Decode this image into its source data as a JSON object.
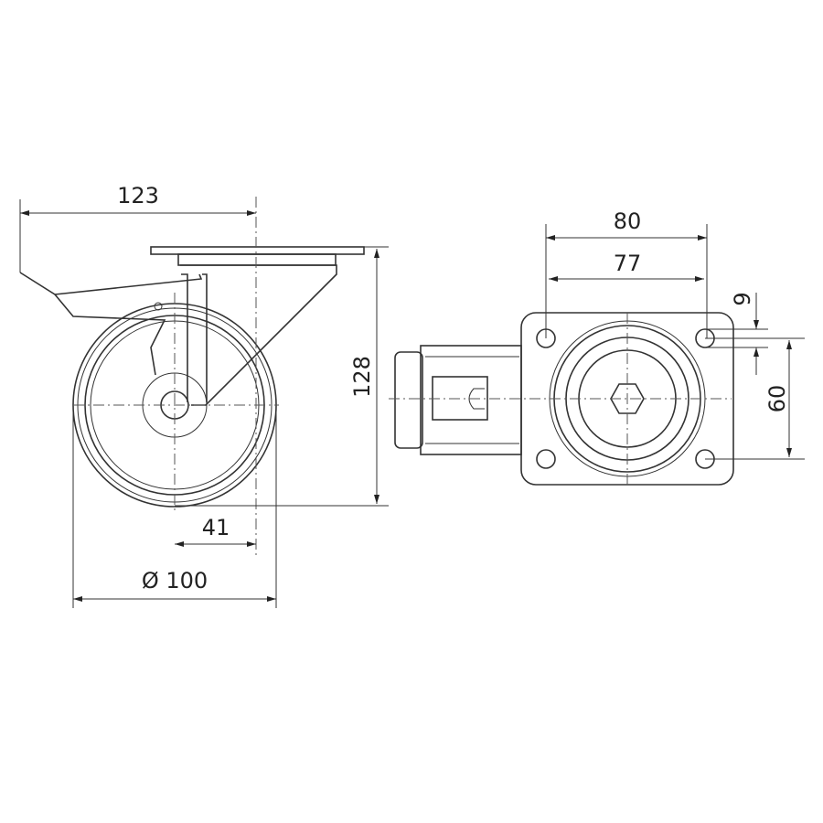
{
  "side_view": {
    "dims": {
      "overall_length": "123",
      "height": "128",
      "offset": "41",
      "wheel_diameter": "Ø 100"
    }
  },
  "top_view": {
    "dims": {
      "plate_width": "80",
      "hole_spacing_x": "77",
      "hole_diameter": "9",
      "hole_spacing_y": "60"
    }
  },
  "colors": {
    "line": "#333333",
    "background": "#ffffff"
  }
}
